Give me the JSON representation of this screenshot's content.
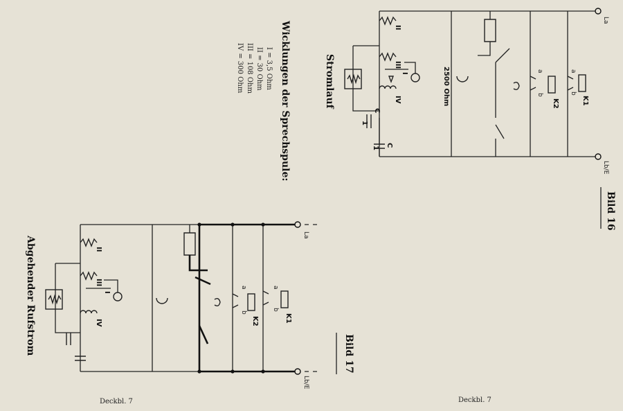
{
  "bild16": {
    "title": "Bild 16",
    "caption": "Stromlauf",
    "resistance_label": "2500 Ohm",
    "terminal_la": "La",
    "terminal_lbe": "Lb/E",
    "relay_k1": "K1",
    "relay_k2": "K2",
    "contact_a": "a",
    "contact_b": "b",
    "roman_II": "II",
    "roman_III": "III",
    "roman_I": "I",
    "roman_IV": "IV",
    "cap_label": "C",
    "cap_value": "1"
  },
  "coil_table": {
    "heading": "Wicklungen der Sprechspule:",
    "rows": [
      "I = 3,5 Ohm",
      "II = 30 Ohm",
      "III = 108 Ohm",
      "IV = 300 Ohm"
    ]
  },
  "bild17": {
    "title": "Bild 17",
    "caption": "Abgehender Rufstrom",
    "terminal_la": "La",
    "terminal_lbe": "Lb/E",
    "relay_k1": "K1",
    "relay_k2": "K2",
    "contact_a": "a",
    "contact_b": "b",
    "roman_II": "II",
    "roman_III": "III",
    "roman_I": "I",
    "roman_IV": "IV"
  },
  "footer": {
    "left": "Deckbl. 7",
    "right": "Deckbl. 7"
  }
}
